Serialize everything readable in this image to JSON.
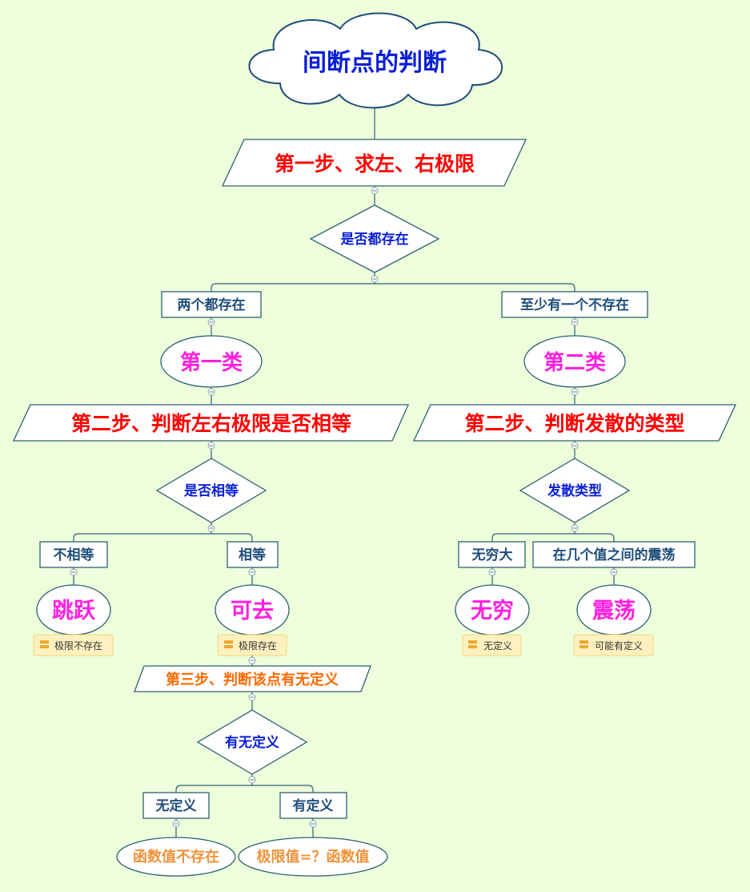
{
  "nodes": {
    "title": "间断点的判断",
    "step1": "第一步、求左、右极限",
    "q_exist": "是否都存在",
    "both_exist": "两个都存在",
    "one_not_exist": "至少有一个不存在",
    "type1": "第一类",
    "type2": "第二类",
    "step2_left": "第二步、判断左右极限是否相等",
    "step2_right": "第二步、判断发散的类型",
    "q_equal": "是否相等",
    "q_diverge": "发散类型",
    "not_equal": "不相等",
    "equal": "相等",
    "infinite_big": "无穷大",
    "oscillate_between": "在几个值之间的震荡",
    "jump": "跳跃",
    "removable": "可去",
    "infinite": "无穷",
    "oscillation": "震荡",
    "step3": "第三步、判断该点有无定义",
    "q_defined": "有无定义",
    "undefined": "无定义",
    "defined": "有定义",
    "fn_not_exist": "函数值不存在",
    "limit_vs_fn": "极限值=？函数值"
  },
  "notes": {
    "jump": "极限不存在",
    "removable": "极限存在",
    "infinite": "无定义",
    "oscillation": "可能有定义"
  },
  "colors": {
    "background": "#eeffdc",
    "red_text": "#ff0000",
    "magenta_text": "#ff1fe0",
    "blue_text": "#0a1fd6",
    "navy_text": "#1f4e79",
    "orange_text": "#ff6a00",
    "tan_text": "#f0923a",
    "note_fill": "#fff1bf"
  }
}
